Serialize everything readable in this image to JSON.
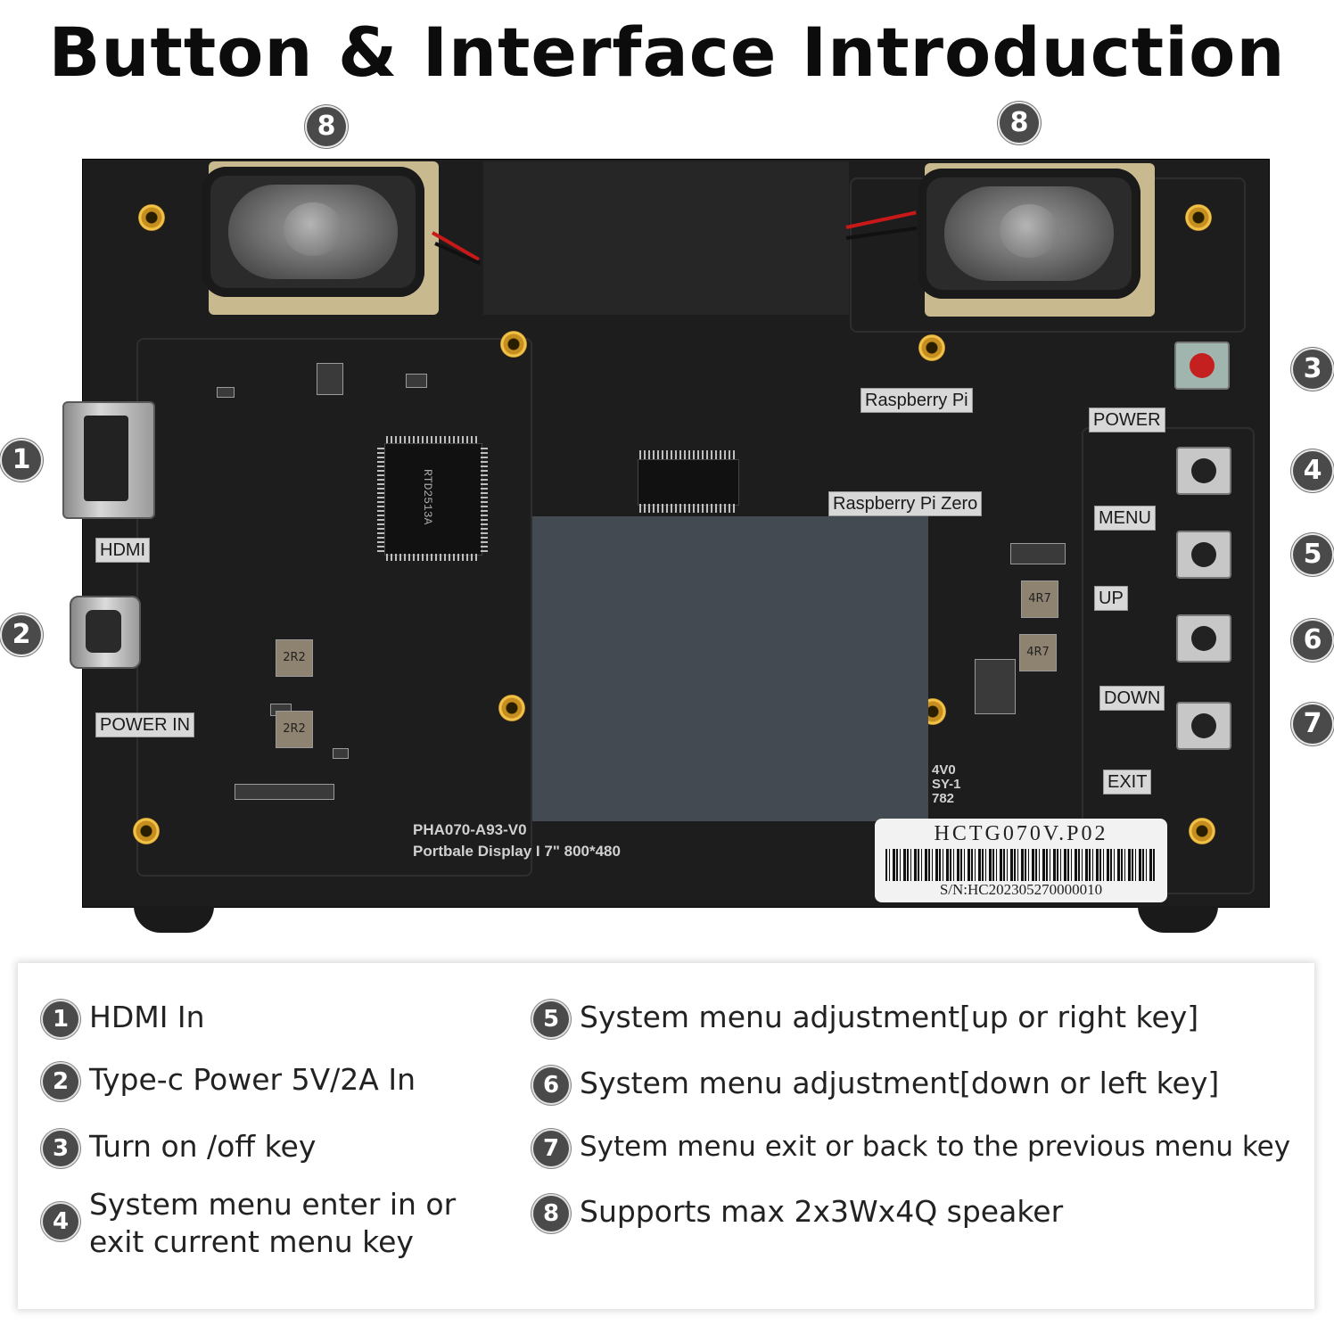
{
  "title": "Button & Interface Introduction",
  "callouts": {
    "c1": "1",
    "c2": "2",
    "c3": "3",
    "c4": "4",
    "c5": "5",
    "c6": "6",
    "c7": "7",
    "c8a": "8",
    "c8b": "8"
  },
  "board_labels": {
    "hdmi": "HDMI",
    "power_in": "POWER IN",
    "raspberry_pi": "Raspberry Pi",
    "raspberry_pi_zero": "Raspberry Pi Zero",
    "power": "POWER",
    "menu": "MENU",
    "up": "UP",
    "down": "DOWN",
    "exit": "EXIT",
    "board_model": "PHA070-A93-V0",
    "board_desc": "Portbale Display I 7\"  800*480",
    "marking_a": "4V0",
    "marking_b": "SY-1",
    "marking_c": "782",
    "chip_main": "RTD2513A",
    "inductor_1": "2R2",
    "inductor_2": "2R2",
    "inductor_3": "4R7",
    "inductor_4": "4R7"
  },
  "sticker": {
    "model": "HCTG070V.P02",
    "serial": "S/N:HC202305270000010"
  },
  "legend": {
    "items": [
      {
        "num": "1",
        "text": "HDMI In"
      },
      {
        "num": "2",
        "text": "Type-c Power 5V/2A In"
      },
      {
        "num": "3",
        "text": "Turn on /off key"
      },
      {
        "num": "4",
        "text": "System menu enter in or exit current menu key"
      },
      {
        "num": "5",
        "text": "System menu adjustment[up or right key]"
      },
      {
        "num": "6",
        "text": "System menu adjustment[down or left key]"
      },
      {
        "num": "7",
        "text": "Sytem menu exit or back to the previous menu key"
      },
      {
        "num": "8",
        "text": "Supports max 2x3Wx4Q speaker"
      }
    ]
  }
}
